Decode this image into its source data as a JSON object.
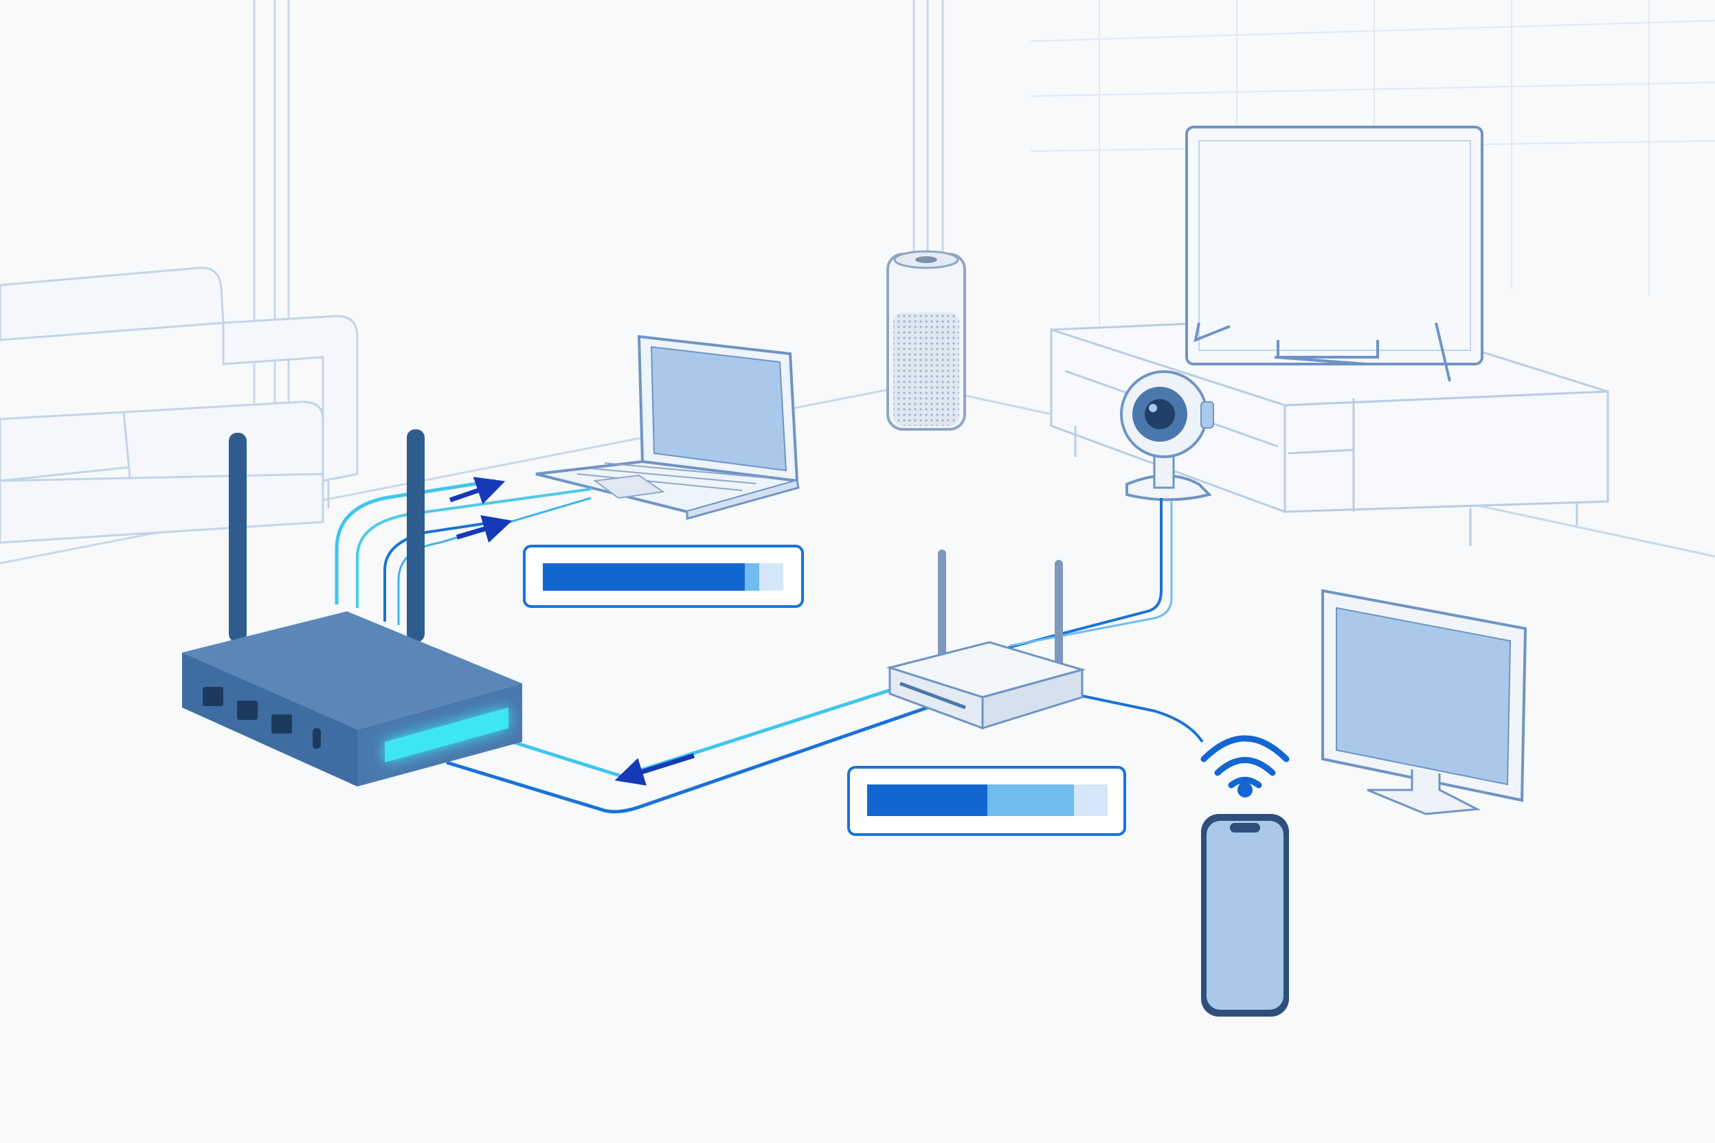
{
  "colors": {
    "background": "#f7f9fb",
    "room_line": "#c9d8ea",
    "device_outline": "#6f94c4",
    "device_fill": "#a9c8ea",
    "router_body": "#4a78ad",
    "router_dark": "#2f5c8f",
    "link_bright": "#3fc6ec",
    "link_blue": "#1a73d6",
    "arrow_dark": "#1639b8",
    "led_glow": "#3ee6f2",
    "bar_fill": "#1266d2",
    "bar_mid": "#6fbcf0",
    "bar_light": "#a9d3f5",
    "bar_pale": "#d4e6f7"
  },
  "devices": {
    "main_router": {
      "icon": "main-router-icon",
      "antennas": 2,
      "ports": 3
    },
    "access_point": {
      "icon": "access-point-icon",
      "antennas": 2
    },
    "laptop": {
      "icon": "laptop-icon"
    },
    "smart_speaker": {
      "icon": "smart-speaker-icon"
    },
    "tv": {
      "icon": "tv-icon"
    },
    "security_camera": {
      "icon": "security-camera-icon"
    },
    "monitor": {
      "icon": "monitor-icon"
    },
    "smartphone": {
      "icon": "smartphone-icon"
    },
    "wifi_signal": {
      "icon": "wifi-icon"
    }
  },
  "furniture": {
    "sofa": {
      "icon": "sofa-icon"
    },
    "tv_stand": {
      "icon": "tv-stand-icon"
    }
  },
  "meters": [
    {
      "id": "laptop-link-meter",
      "level": 0.84,
      "accent": 0.06
    },
    {
      "id": "access-point-link-meter",
      "level": 0.5,
      "accent": 0.36
    }
  ]
}
